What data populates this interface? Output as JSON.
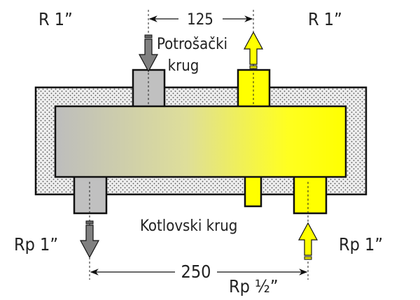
{
  "labels": {
    "top_left_thread": "R 1”",
    "top_right_thread": "R 1”",
    "top_dimension": "125",
    "consumer_circuit_line1": "Potrošački",
    "consumer_circuit_line2": "krug",
    "boiler_circuit": "Kotlovski krug",
    "bottom_left_thread": "Rp 1”",
    "bottom_right_thread": "Rp 1”",
    "bottom_dimension": "250",
    "bottom_small_thread": "Rp ½”"
  },
  "colors": {
    "cold": "#c0c0c0",
    "hot": "#ffff00",
    "arrow_cold": "#808080",
    "insulation": "#e8e8e8"
  }
}
